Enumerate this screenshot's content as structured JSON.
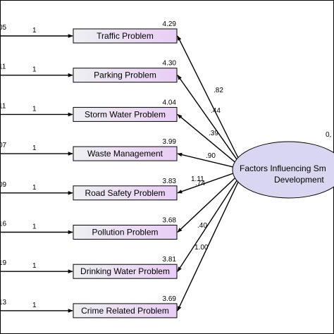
{
  "diagram": {
    "latent": {
      "label_line1": "Factors Influencing Sm",
      "label_line2": "Development",
      "variance_label": "0,",
      "fill_color": "#d9d6f0",
      "stroke_color": "#000000"
    },
    "colors": {
      "box_gradient_start": "#eef0f2",
      "box_gradient_end": "#e9cdf5",
      "stroke": "#000000"
    },
    "indicators": [
      {
        "name": "Traffic Problem",
        "error_value": "05",
        "path_constant": "1",
        "intercept": "4.29",
        "loading": ".82"
      },
      {
        "name": "Parking Problem",
        "error_value": "11",
        "path_constant": "1",
        "intercept": "4.30",
        "loading": ".44"
      },
      {
        "name": "Storm Water Problem",
        "error_value": "11",
        "path_constant": "1",
        "intercept": "4.04",
        "loading": ".39"
      },
      {
        "name": "Waste Management",
        "error_value": "07",
        "path_constant": "1",
        "intercept": "3.99",
        "loading": ".90"
      },
      {
        "name": "Road Safety Problem",
        "error_value": "09",
        "path_constant": "1",
        "intercept": "3.83",
        "loading": "1.11"
      },
      {
        "name": "Pollution Problem",
        "error_value": "16",
        "path_constant": "1",
        "intercept": "3.68",
        "loading": ".74"
      },
      {
        "name": "Drinking Water Problem",
        "error_value": "19",
        "path_constant": "1",
        "intercept": "3.81",
        "loading": ".40"
      },
      {
        "name": "Crime Related Problem",
        "error_value": "13",
        "path_constant": "1",
        "intercept": "3.69",
        "loading": "1.00"
      }
    ]
  }
}
